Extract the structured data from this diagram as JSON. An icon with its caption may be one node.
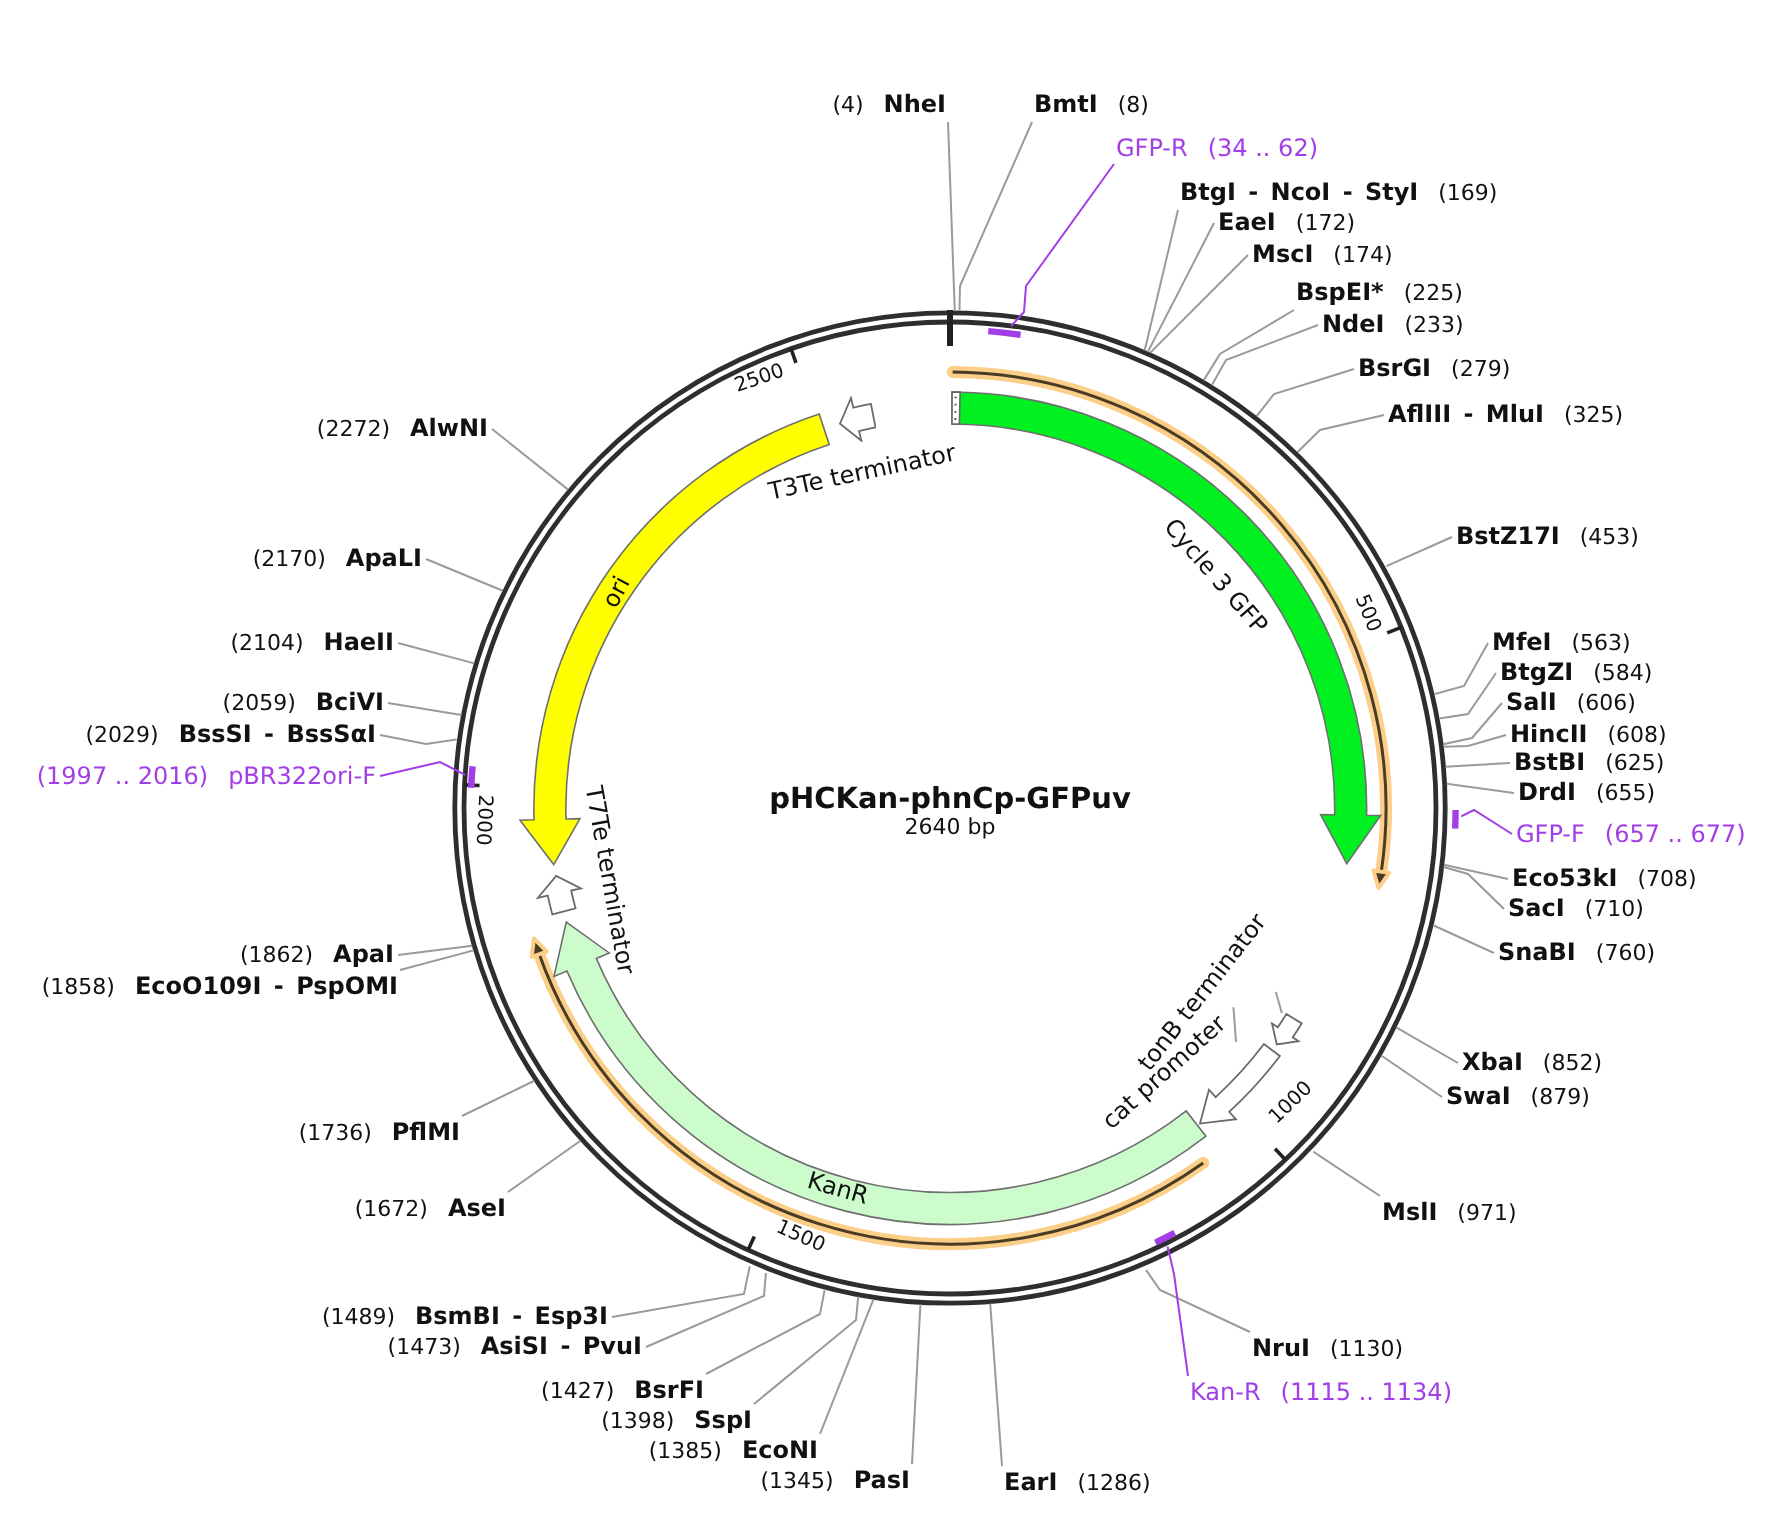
{
  "diagram": {
    "title": "pHCKan-phnCp-GFPuv",
    "nodes": [
      {
        "text": [
          "(4)",
          "NheI"
        ]
      },
      {
        "text": [
          "BmtI",
          "(8)"
        ]
      },
      {
        "text": [
          "GFP-R",
          "(34 .. 62)"
        ]
      },
      {
        "text": [],
        "shape": "bar"
      },
      {
        "text": [
          "BtgI - NcoI - StyI",
          "(169)"
        ]
      },
      {
        "text": [
          "EaeI",
          "(172)"
        ]
      },
      {
        "text": [
          "MscI",
          "(174)"
        ]
      },
      {
        "text": [
          "BspEI*",
          "(225)"
        ]
      },
      {
        "text": [
          "NdeI",
          "(233)"
        ]
      },
      {
        "text": [
          "BsrGI",
          "(279)"
        ]
      },
      {
        "text": [
          "AflIII - MluI",
          "(325)"
        ]
      },
      {
        "text": [
          "BstZ17I",
          "(453)"
        ]
      },
      {
        "text": [
          "MfeI",
          "(563)"
        ]
      },
      {
        "text": [
          "BtgZI",
          "(584)"
        ]
      },
      {
        "text": [
          "SalI",
          "(606)"
        ]
      },
      {
        "text": [
          "HincII",
          "(608)"
        ]
      },
      {
        "text": [
          "BstBI",
          "(625)"
        ]
      },
      {
        "text": [
          "DrdI",
          "(655)"
        ]
      },
      {
        "text": [
          "GFP-F",
          "(657 .. 677)"
        ]
      },
      {
        "text": [],
        "shape": "bar"
      },
      {
        "text": [
          "Eco53kI",
          "(708)"
        ]
      },
      {
        "text": [
          "SacI",
          "(710)"
        ]
      },
      {
        "text": [
          "SnaBI",
          "(760)"
        ]
      },
      {
        "text": [
          "XbaI",
          "(852)"
        ]
      },
      {
        "text": [
          "SwaI",
          "(879)"
        ]
      },
      {
        "text": [
          "MslI",
          "(971)"
        ]
      },
      {
        "text": [
          "NruI",
          "(1130)"
        ]
      },
      {
        "text": [
          "Kan-R",
          "(1115 .. 1134)"
        ]
      },
      {
        "text": [],
        "shape": "bar"
      },
      {
        "text": [
          "EarI",
          "(1286)"
        ]
      },
      {
        "text": [
          "(1345)",
          "PasI"
        ]
      },
      {
        "text": [
          "(1385)",
          "EcoNI"
        ]
      },
      {
        "text": [
          "(1398)",
          "SspI"
        ]
      },
      {
        "text": [
          "(1427)",
          "BsrFI"
        ]
      },
      {
        "text": [
          "(1473)",
          "AsiSI - PvuI"
        ]
      },
      {
        "text": [
          "(1489)",
          "BsmBI - Esp3I"
        ]
      },
      {
        "text": [
          "(1672)",
          "AseI"
        ]
      },
      {
        "text": [
          "(1736)",
          "PflMI"
        ]
      },
      {
        "text": [
          "(1858)",
          "EcoO109I - PspOMI"
        ]
      },
      {
        "text": [
          "(1862)",
          "ApaI"
        ]
      },
      {
        "text": [
          "(1997 .. 2016)",
          "pBR322ori-F"
        ]
      },
      {
        "text": [],
        "shape": "bar"
      },
      {
        "text": [
          "(2029)",
          "BssSI - BssSαI"
        ]
      },
      {
        "text": [
          "(2059)",
          "BciVI"
        ]
      },
      {
        "text": [
          "(2104)",
          "HaeII"
        ]
      },
      {
        "text": [
          "(2170)",
          "ApaLI"
        ]
      },
      {
        "text": [
          "(2272)",
          "AlwNI"
        ]
      },
      {
        "text": [
          "Cycle 3 GFP"
        ]
      },
      {
        "text": [
          "ori"
        ]
      },
      {
        "text": [
          "KanR"
        ]
      },
      {
        "text": [],
        "shape": "arrow",
        "beside": [
          "T3Te terminator"
        ]
      },
      {
        "text": [],
        "shape": "arrow",
        "beside": [
          "T7Te terminator"
        ]
      },
      {
        "text": [
          "tonB terminator"
        ]
      },
      {
        "text": [],
        "shape": "arrow"
      },
      {
        "text": [
          "cat promoter"
        ]
      },
      {
        "text": [],
        "shape": "arrow"
      }
    ],
    "edges": [
      {
        "from": 0,
        "to": null,
        "arrow": "none"
      },
      {
        "from": 1,
        "to": null,
        "arrow": "none"
      },
      {
        "from": 2,
        "to": 3,
        "arrow": "none",
        "color": "#a23ee6"
      },
      {
        "from": 4,
        "to": null,
        "arrow": "none"
      },
      {
        "from": 5,
        "to": null,
        "arrow": "none"
      },
      {
        "from": 6,
        "to": null,
        "arrow": "none"
      },
      {
        "from": 7,
        "to": null,
        "arrow": "none"
      },
      {
        "from": 8,
        "to": null,
        "arrow": "none"
      },
      {
        "from": 9,
        "to": null,
        "arrow": "none"
      },
      {
        "from": 10,
        "to": null,
        "arrow": "none"
      },
      {
        "from": 11,
        "to": null,
        "arrow": "none"
      },
      {
        "from": 12,
        "to": null,
        "arrow": "none"
      },
      {
        "from": 13,
        "to": null,
        "arrow": "none"
      },
      {
        "from": 14,
        "to": null,
        "arrow": "none"
      },
      {
        "from": 15,
        "to": null,
        "arrow": "none"
      },
      {
        "from": 16,
        "to": null,
        "arrow": "none"
      },
      {
        "from": 17,
        "to": null,
        "arrow": "none"
      },
      {
        "from": 18,
        "to": 19,
        "arrow": "none",
        "color": "#a23ee6"
      },
      {
        "from": 20,
        "to": null,
        "arrow": "none"
      },
      {
        "from": 21,
        "to": null,
        "arrow": "none"
      },
      {
        "from": 22,
        "to": null,
        "arrow": "none"
      },
      {
        "from": 23,
        "to": null,
        "arrow": "none"
      },
      {
        "from": 24,
        "to": null,
        "arrow": "none"
      },
      {
        "from": 25,
        "to": null,
        "arrow": "none"
      },
      {
        "from": 26,
        "to": null,
        "arrow": "none"
      },
      {
        "from": 27,
        "to": 28,
        "arrow": "none",
        "color": "#a23ee6"
      },
      {
        "from": 29,
        "to": null,
        "arrow": "none"
      },
      {
        "from": 30,
        "to": null,
        "arrow": "none"
      },
      {
        "from": 31,
        "to": null,
        "arrow": "none"
      },
      {
        "from": 32,
        "to": null,
        "arrow": "none"
      },
      {
        "from": 33,
        "to": null,
        "arrow": "none"
      },
      {
        "from": 34,
        "to": null,
        "arrow": "none"
      },
      {
        "from": 35,
        "to": null,
        "arrow": "none"
      },
      {
        "from": 36,
        "to": null,
        "arrow": "none"
      },
      {
        "from": 37,
        "to": null,
        "arrow": "none"
      },
      {
        "from": 38,
        "to": null,
        "arrow": "none"
      },
      {
        "from": 39,
        "to": null,
        "arrow": "none"
      },
      {
        "from": 40,
        "to": 41,
        "arrow": "none",
        "color": "#a23ee6"
      },
      {
        "from": 42,
        "to": null,
        "arrow": "none"
      },
      {
        "from": 43,
        "to": null,
        "arrow": "none"
      },
      {
        "from": 44,
        "to": null,
        "arrow": "none"
      },
      {
        "from": 45,
        "to": null,
        "arrow": "none"
      },
      {
        "from": 46,
        "to": null,
        "arrow": "none"
      },
      {
        "from": 52,
        "to": 53,
        "arrow": "none"
      },
      {
        "from": 54,
        "to": 55,
        "arrow": "none"
      }
    ],
    "labels": [
      "2640 bp",
      "2500",
      "500",
      "2000",
      "1000",
      "1500"
    ]
  }
}
